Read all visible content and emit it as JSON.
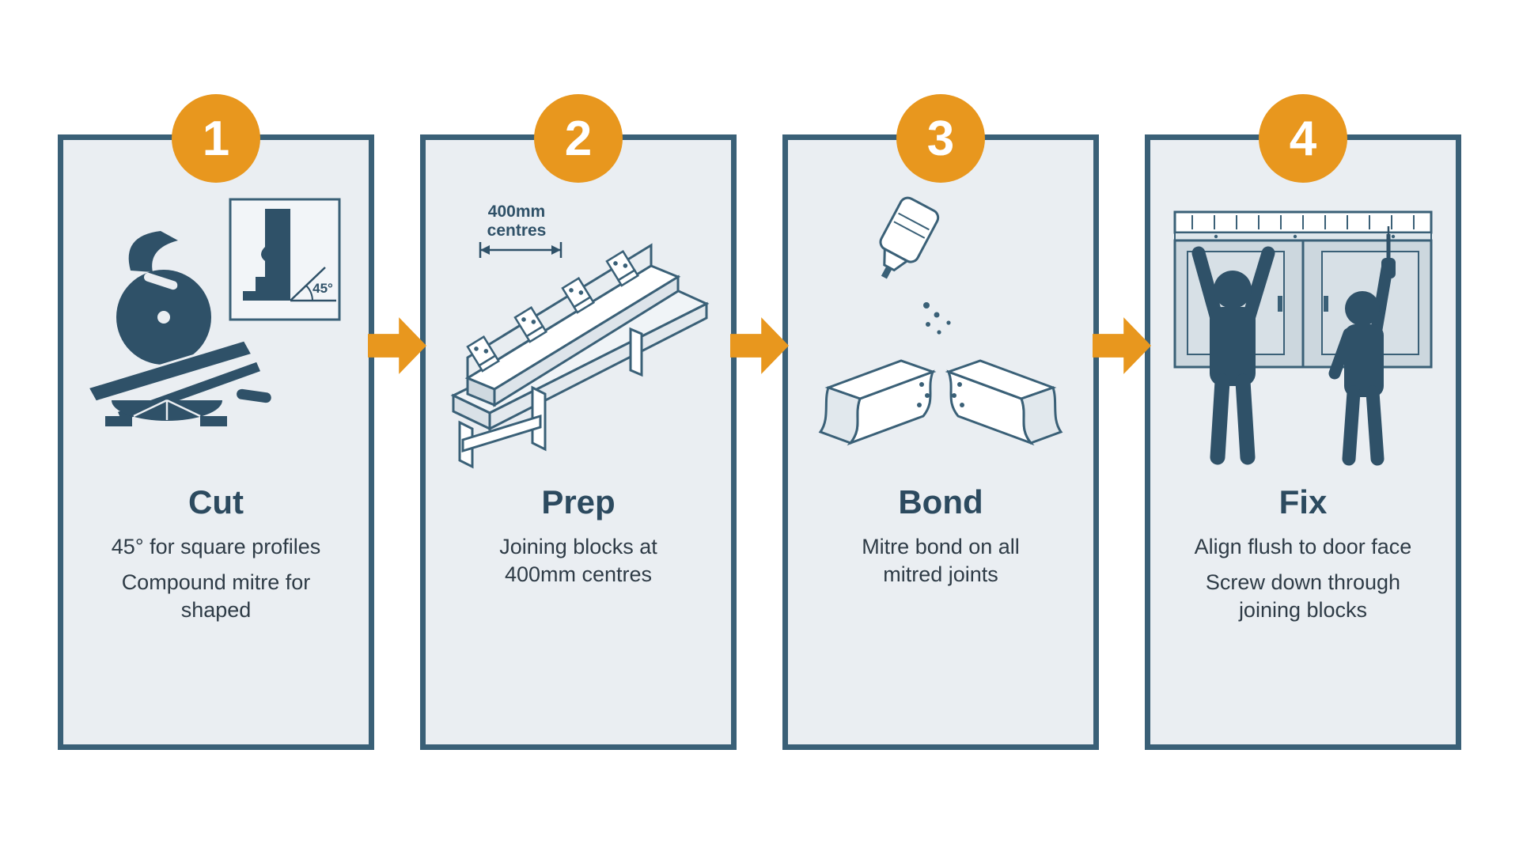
{
  "colors": {
    "accent_orange": "#E8971E",
    "panel_border": "#3A6077",
    "panel_background": "#EAEEF2",
    "illustration_ink": "#2F5168",
    "title_text": "#2C4A5F",
    "body_text": "#2E3B46"
  },
  "steps": [
    {
      "number": "1",
      "title": "Cut",
      "desc1": "45° for square profiles",
      "desc2": "Compound mitre for\nshaped",
      "inset_angle_label": "45°"
    },
    {
      "number": "2",
      "title": "Prep",
      "desc1": "Joining blocks at\n400mm centres",
      "dim_label_line1": "400mm",
      "dim_label_line2": "centres"
    },
    {
      "number": "3",
      "title": "Bond",
      "desc1": "Mitre bond on all\nmitred joints"
    },
    {
      "number": "4",
      "title": "Fix",
      "desc1": "Align flush to door face",
      "desc2": "Screw down through\njoining blocks"
    }
  ]
}
